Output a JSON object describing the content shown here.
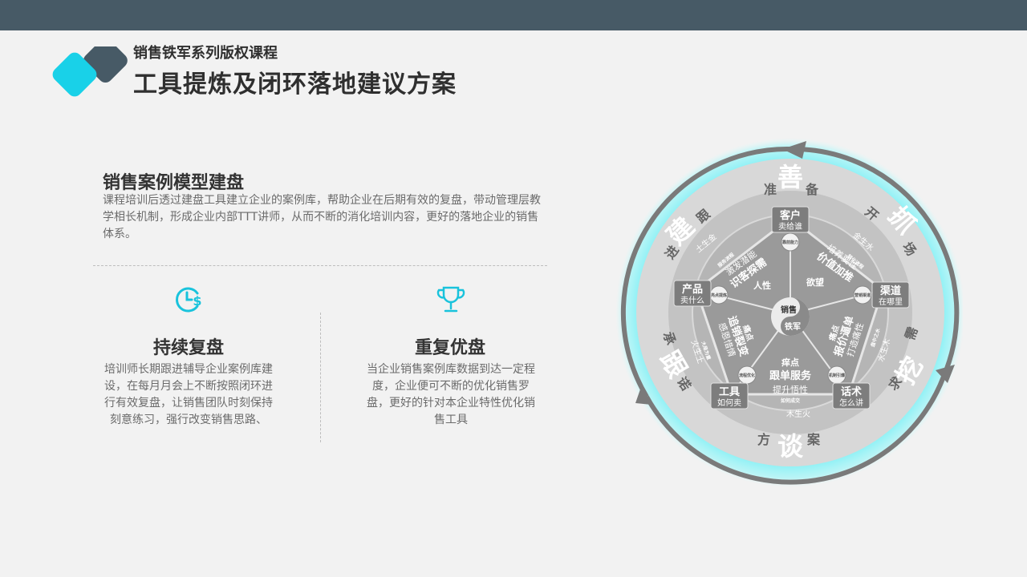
{
  "header": {
    "subtitle": "销售铁军系列版权课程",
    "title": "工具提炼及闭环落地建议方案"
  },
  "section": {
    "title": "销售案例模型建盘",
    "desc": "课程培训后透过建盘工具建立企业的案例库，帮助企业在后期有效的复盘，带动管理层教学相长机制，形成企业内部TTT讲师，从而不断的消化培训内容，更好的落地企业的销售体系。"
  },
  "columns": [
    {
      "icon": "clock-dollar-icon",
      "title": "持续复盘",
      "desc": "培训师长期跟进辅导企业案例库建设，在每月月会上不断按照闭环进行有效复盘，让销售团队时刻保持刻意练习，强行改变销售思路、"
    },
    {
      "icon": "trophy-icon",
      "title": "重复优盘",
      "desc": "当企业销售案例库数据到达一定程度，企业便可不断的优化销售罗盘，更好的针对本企业特性优化销售工具"
    }
  ],
  "diagram": {
    "center": {
      "top": "销售",
      "bottom": "铁军"
    },
    "outer_big": {
      "top": "善",
      "right_top": "抓",
      "right_bottom": "挖",
      "bottom": "谈",
      "left_bottom": "跟",
      "left_top": "建"
    },
    "outer_small": {
      "top_l": "准",
      "top_r": "备",
      "rt_a": "开",
      "rt_b": "场",
      "rb_a": "需",
      "rb_b": "求",
      "bot_l": "方",
      "bot_r": "案",
      "lb_a": "承",
      "lb_b": "诺",
      "lt_a": "进",
      "lt_b": "跟"
    },
    "nodes": [
      {
        "label": "客户",
        "sub": "卖给谁"
      },
      {
        "label": "渠道",
        "sub": "在哪里"
      },
      {
        "label": "话术",
        "sub": "怎么讲"
      },
      {
        "label": "工具",
        "sub": "如何卖"
      },
      {
        "label": "产品",
        "sub": "卖什么"
      }
    ],
    "elements": {
      "top_right": "金生水",
      "right": "水生木",
      "bottom": "木生火",
      "left": "火生土",
      "top_left": "土生金"
    },
    "badges": {
      "b1": "靠前能力",
      "b2": "营销渠道",
      "b3": "机制引爆",
      "b4": "流程优化",
      "b5": "亮点提炼",
      "b6": "服务流程",
      "b7": "转化流程",
      "b8": "盘中之水",
      "b9": "如何成交",
      "b10": "大局为重"
    },
    "inner": {
      "p1a": "激发潜能",
      "p1b": "识客探需",
      "p1c": "人性",
      "p2a": "培养要性",
      "p2b": "价值加推",
      "p2c": "欲望",
      "p3a": "痛点",
      "p3b": "报价逼单",
      "p3c": "打造痛性",
      "p4a": "痒点",
      "p4b": "跟单服务",
      "p4c": "提升悟性",
      "p5a": "痛点",
      "p5b": "追销裂变",
      "p5c": "感恩惜情"
    }
  }
}
